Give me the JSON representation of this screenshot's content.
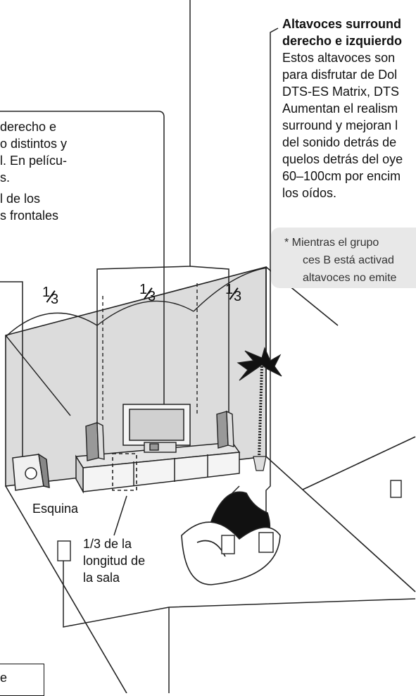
{
  "right_panel": {
    "title_lines": [
      "Altavoces surround",
      "derecho e izquierdo"
    ],
    "body_lines": [
      "Estos altavoces son",
      "para disfrutar de Dol",
      "DTS-ES Matrix, DTS",
      "Aumentan el realism",
      "surround y mejoran l",
      "del sonido detrás de",
      "quelos detrás del oye",
      "60–100cm por encim",
      "los oídos."
    ],
    "note_lines": [
      "*   Mientras el grupo",
      "ces B está activad",
      "altavoces no emite"
    ]
  },
  "left_panel": {
    "lines": [
      "derecho e",
      "o distintos y",
      "l. En pelícu-",
      "s.",
      "l de los",
      "s frontales"
    ]
  },
  "fractions": [
    "1",
    "3"
  ],
  "labels": {
    "corner": "Esquina",
    "length": [
      "1/3 de la",
      "longitud de",
      "la sala"
    ],
    "bottom_box": "e"
  },
  "icons": [
    "subwoofer-icon",
    "front-left-speaker-icon",
    "front-right-speaker-icon",
    "center-speaker-icon",
    "tv-icon",
    "palm-plant-icon",
    "sofa-icon",
    "surround-speaker-icon"
  ]
}
